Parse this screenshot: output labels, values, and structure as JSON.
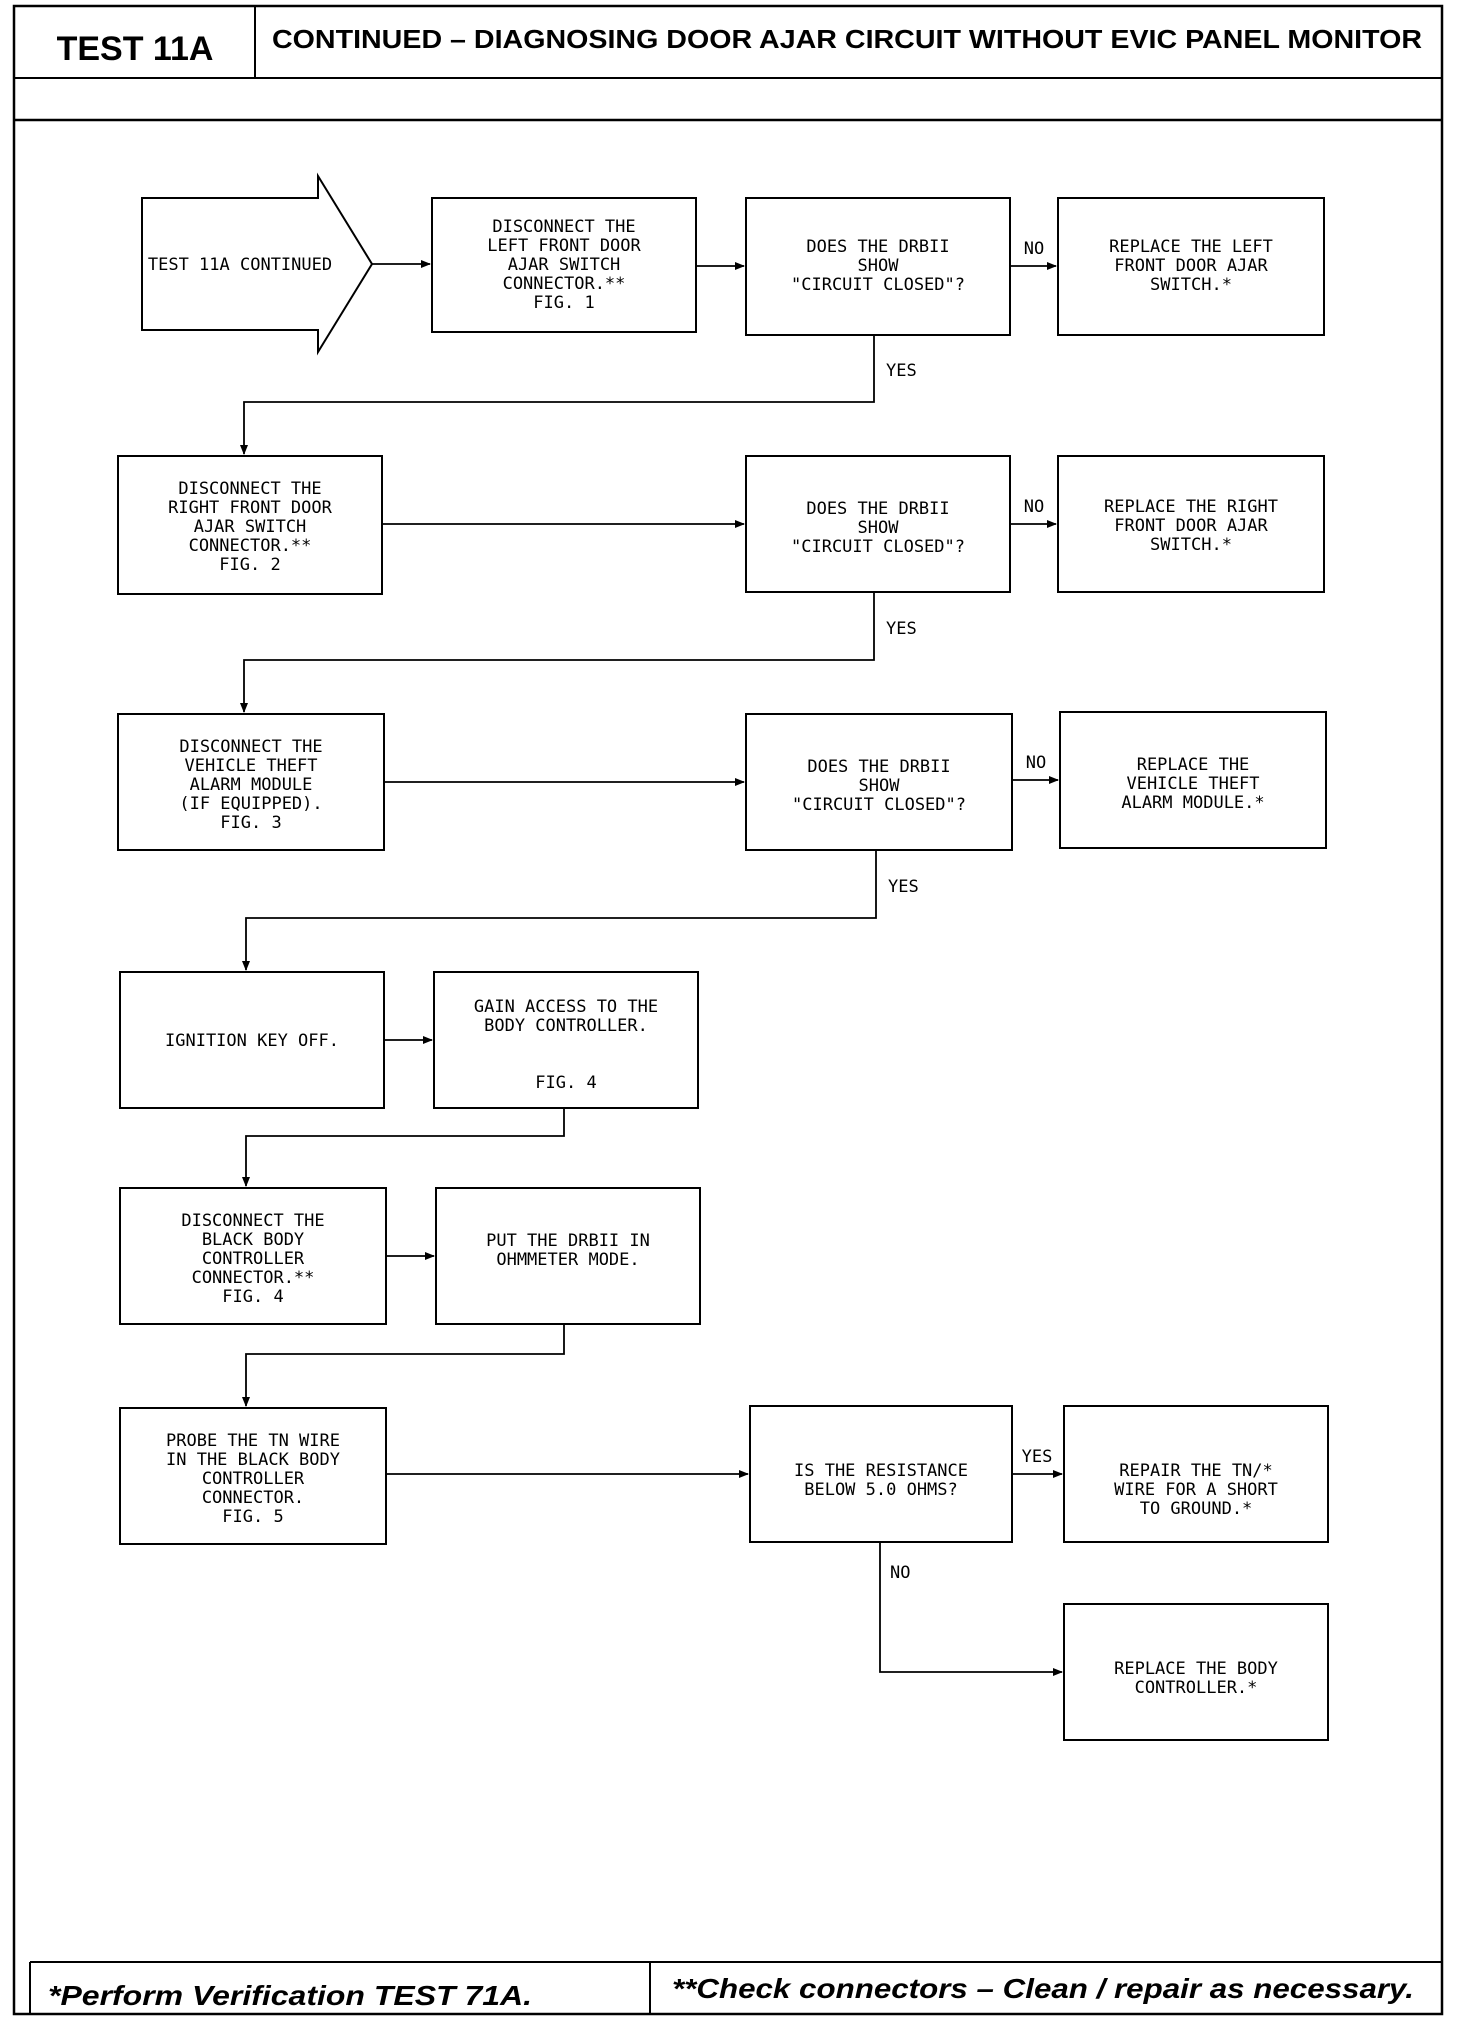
{
  "header": {
    "test_id": "TEST 11A",
    "title": "CONTINUED – DIAGNOSING DOOR AJAR CIRCUIT WITHOUT EVIC PANEL MONITOR"
  },
  "footer": {
    "left": "*Perform Verification TEST 71A.",
    "right": "**Check connectors – Clean / repair as necessary."
  },
  "nodes": [
    {
      "id": "start",
      "type": "arrow-start",
      "lines": [
        "TEST 11A CONTINUED"
      ]
    },
    {
      "id": "step1",
      "type": "action",
      "lines": [
        "DISCONNECT THE",
        "LEFT FRONT DOOR",
        "AJAR SWITCH",
        "CONNECTOR.**",
        "FIG. 1"
      ]
    },
    {
      "id": "dec1",
      "type": "decision",
      "lines": [
        "DOES THE DRBII",
        "SHOW",
        "\"CIRCUIT CLOSED\"?"
      ]
    },
    {
      "id": "res1",
      "type": "result",
      "lines": [
        "REPLACE THE LEFT",
        "FRONT DOOR AJAR",
        "SWITCH.*"
      ]
    },
    {
      "id": "step2",
      "type": "action",
      "lines": [
        "DISCONNECT THE",
        "RIGHT FRONT DOOR",
        "AJAR SWITCH",
        "CONNECTOR.**",
        "FIG. 2"
      ]
    },
    {
      "id": "dec2",
      "type": "decision",
      "lines": [
        "DOES THE DRBII",
        "SHOW",
        "\"CIRCUIT CLOSED\"?"
      ]
    },
    {
      "id": "res2",
      "type": "result",
      "lines": [
        "REPLACE THE RIGHT",
        "FRONT DOOR AJAR",
        "SWITCH.*"
      ]
    },
    {
      "id": "step3",
      "type": "action",
      "lines": [
        "DISCONNECT THE",
        "VEHICLE THEFT",
        "ALARM MODULE",
        "(IF EQUIPPED).",
        "FIG. 3"
      ]
    },
    {
      "id": "dec3",
      "type": "decision",
      "lines": [
        "DOES THE DRBII",
        "SHOW",
        "\"CIRCUIT CLOSED\"?"
      ]
    },
    {
      "id": "res3",
      "type": "result",
      "lines": [
        "REPLACE THE",
        "VEHICLE THEFT",
        "ALARM MODULE.*"
      ]
    },
    {
      "id": "step4",
      "type": "action",
      "lines": [
        "IGNITION KEY OFF."
      ]
    },
    {
      "id": "step5",
      "type": "action",
      "lines": [
        "GAIN ACCESS TO THE",
        "BODY CONTROLLER.",
        "",
        "FIG. 4"
      ]
    },
    {
      "id": "step6",
      "type": "action",
      "lines": [
        "DISCONNECT THE",
        "BLACK BODY",
        "CONTROLLER",
        "CONNECTOR.**",
        "FIG. 4"
      ]
    },
    {
      "id": "step7",
      "type": "action",
      "lines": [
        "PUT THE DRBII IN",
        "OHMMETER MODE."
      ]
    },
    {
      "id": "step8",
      "type": "action",
      "lines": [
        "PROBE THE TN WIRE",
        "IN THE BLACK BODY",
        "CONTROLLER",
        "CONNECTOR.",
        "FIG. 5"
      ]
    },
    {
      "id": "dec4",
      "type": "decision",
      "lines": [
        "IS THE RESISTANCE",
        "BELOW 5.0 OHMS?"
      ]
    },
    {
      "id": "res4",
      "type": "result",
      "lines": [
        "REPAIR THE TN/*",
        "WIRE FOR A SHORT",
        "TO GROUND.*"
      ]
    },
    {
      "id": "res5",
      "type": "result",
      "lines": [
        "REPLACE THE BODY",
        "CONTROLLER.*"
      ]
    }
  ],
  "edges": [
    {
      "id": "e-start-step1",
      "from": "start",
      "to": "step1",
      "label": ""
    },
    {
      "id": "e-step1-dec1",
      "from": "step1",
      "to": "dec1",
      "label": ""
    },
    {
      "id": "e-dec1-res1",
      "from": "dec1",
      "to": "res1",
      "label": "NO"
    },
    {
      "id": "e-dec1-step2",
      "from": "dec1",
      "to": "step2",
      "label": "YES"
    },
    {
      "id": "e-step2-dec2",
      "from": "step2",
      "to": "dec2",
      "label": ""
    },
    {
      "id": "e-dec2-res2",
      "from": "dec2",
      "to": "res2",
      "label": "NO"
    },
    {
      "id": "e-dec2-step3",
      "from": "dec2",
      "to": "step3",
      "label": "YES"
    },
    {
      "id": "e-step3-dec3",
      "from": "step3",
      "to": "dec3",
      "label": ""
    },
    {
      "id": "e-dec3-res3",
      "from": "dec3",
      "to": "res3",
      "label": "NO"
    },
    {
      "id": "e-dec3-step4",
      "from": "dec3",
      "to": "step4",
      "label": "YES"
    },
    {
      "id": "e-step4-step5",
      "from": "step4",
      "to": "step5",
      "label": ""
    },
    {
      "id": "e-step5-step6",
      "from": "step5",
      "to": "step6",
      "label": ""
    },
    {
      "id": "e-step6-step7",
      "from": "step6",
      "to": "step7",
      "label": ""
    },
    {
      "id": "e-step7-step8",
      "from": "step7",
      "to": "step8",
      "label": ""
    },
    {
      "id": "e-step8-dec4",
      "from": "step8",
      "to": "dec4",
      "label": ""
    },
    {
      "id": "e-dec4-res4",
      "from": "dec4",
      "to": "res4",
      "label": "YES"
    },
    {
      "id": "e-dec4-res5",
      "from": "dec4",
      "to": "res5",
      "label": "NO"
    }
  ]
}
